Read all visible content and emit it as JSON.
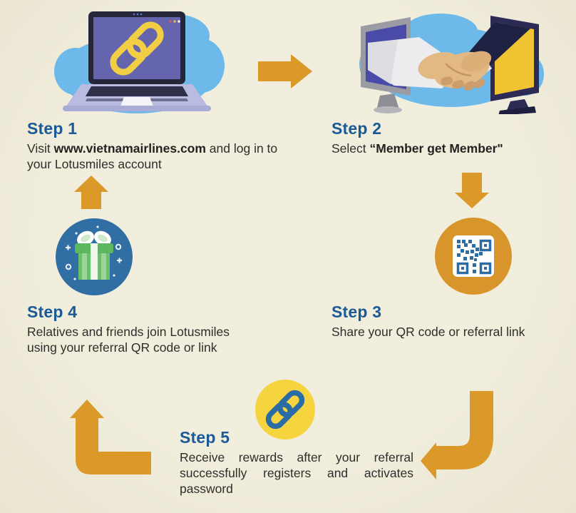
{
  "title": "Lotusmiles Member get Member referral steps infographic",
  "palette": {
    "background": "#F1ECDA",
    "heading_blue": "#1A5A97",
    "body_text": "#2E2D2B",
    "arrow_orange": "#DB992A",
    "qr_circle_orange": "#D8952B",
    "gift_circle_blue": "#306EA4",
    "link_circle_yellow": "#F6D43F",
    "link_chain_blue": "#2A6CA5",
    "laptop_chain_yellow": "#F2CE45",
    "blob_blue": "#6CB9EA",
    "gift_green": "#6ABF69"
  },
  "steps": {
    "step1": {
      "title": "Step 1",
      "text_prefix": "Visit ",
      "text_bold": "www.vietnamairlines.com",
      "text_suffix": " and log in to your Lotusmiles account"
    },
    "step2": {
      "title": "Step 2",
      "text_prefix": "Select ",
      "text_bold": "“Member get Member\""
    },
    "step3": {
      "title": "Step 3",
      "text": "Share your QR code or referral link"
    },
    "step4": {
      "title": "Step 4",
      "text": "Relatives and friends join Lotusmiles using your referral QR code or link"
    },
    "step5": {
      "title": "Step 5",
      "text": "Receive rewards after your referral successfully registers and activates password"
    }
  },
  "icons": {
    "laptop": "laptop showing chain link on screen",
    "handshake": "handshake reaching through two monitors",
    "qr": "QR code in orange circle",
    "gift": "gift box in blue circle",
    "link": "chain link in yellow circle"
  }
}
